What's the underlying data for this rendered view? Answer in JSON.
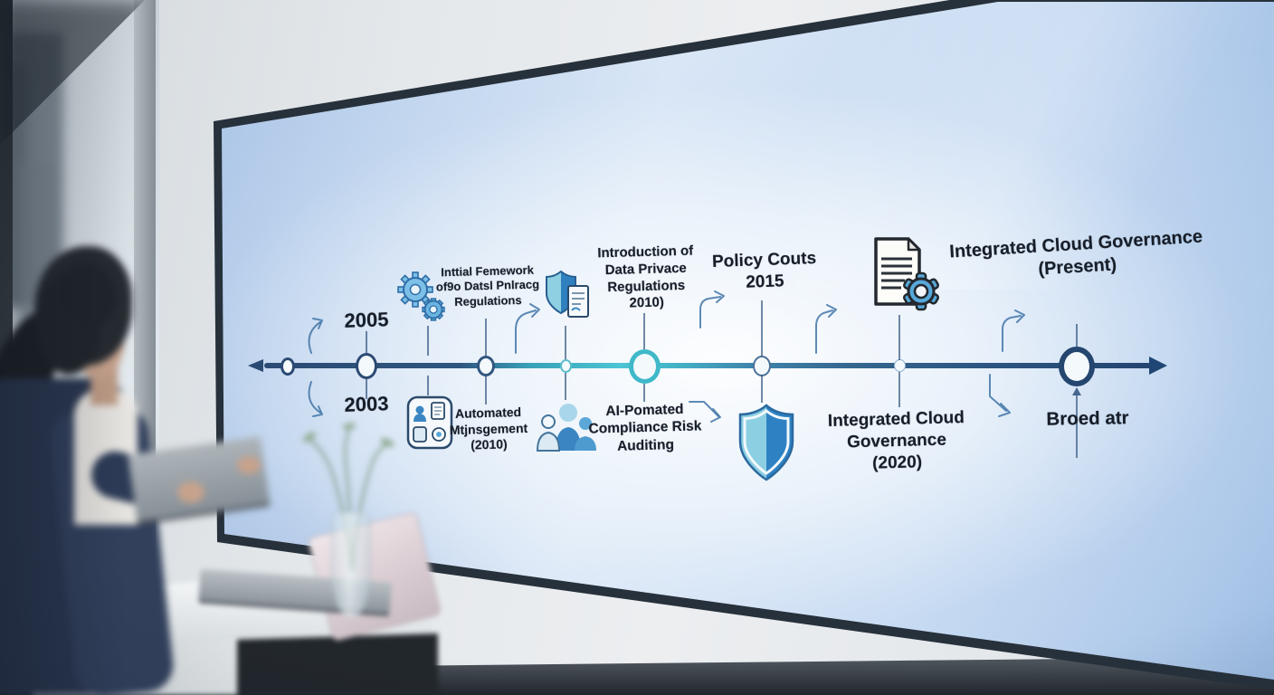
{
  "accent_colors": {
    "timeline_navy": "#2b4a73",
    "timeline_teal": "#41bccc",
    "timeline_steel": "#3c6e9f",
    "icon_blue": "#5aa7d8",
    "text_dark": "#171e29"
  },
  "timeline": {
    "above": [
      {
        "label": "2005",
        "icon": null
      },
      {
        "label": "Inttial Femework\nof9o Datsl Pnlracg\nRegulations",
        "icon": "gears-icon"
      },
      {
        "label": "Introduction of\nData Privace Regulations\n2010)",
        "icon": "shield-document-icon"
      },
      {
        "label": "Policy Couts\n2015",
        "icon": null
      },
      {
        "label": "Integrated Cloud Governance\n(Present)",
        "icon": "document-gear-icon"
      }
    ],
    "below": [
      {
        "label": "2003",
        "icon": null
      },
      {
        "label": "Automated\nMtjnsgement\n(2010)",
        "icon": "app-panel-icon"
      },
      {
        "label": "AI-Pomated\nCompliance Risk\nAuditing",
        "icon": "people-group-icon"
      },
      {
        "label": "",
        "icon": "shield-icon"
      },
      {
        "label": "Integrated Cloud\nGovernance\n(2020)",
        "icon": null
      },
      {
        "label": "Broed atr",
        "icon": null
      }
    ]
  }
}
